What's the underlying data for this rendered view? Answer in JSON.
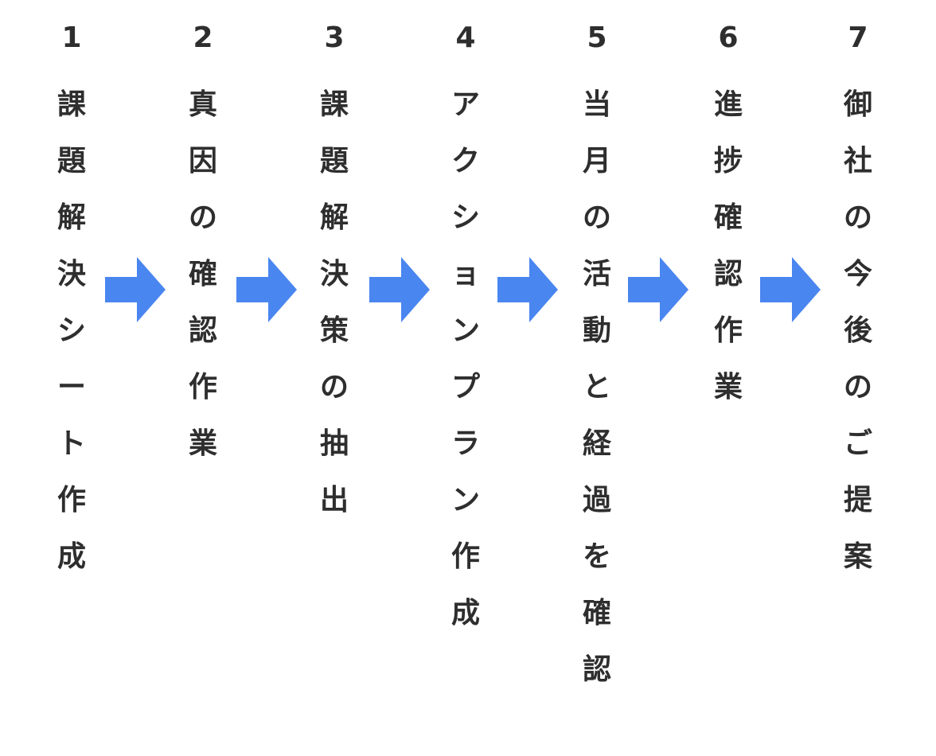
{
  "steps": [
    {
      "number": "1",
      "label": "課題解決シート作成"
    },
    {
      "number": "2",
      "label": "真因の確認作業"
    },
    {
      "number": "3",
      "label": "課題解決策の抽出"
    },
    {
      "number": "4",
      "label": "アクションプラン作成"
    },
    {
      "number": "5",
      "label": "当月の活動と経過を確認"
    },
    {
      "number": "6",
      "label": "進捗確認作業"
    },
    {
      "number": "7",
      "label": "御社の今後のご提案"
    }
  ],
  "arrow_color": "#4a86f0",
  "arrow_icon": "right-arrow-icon"
}
